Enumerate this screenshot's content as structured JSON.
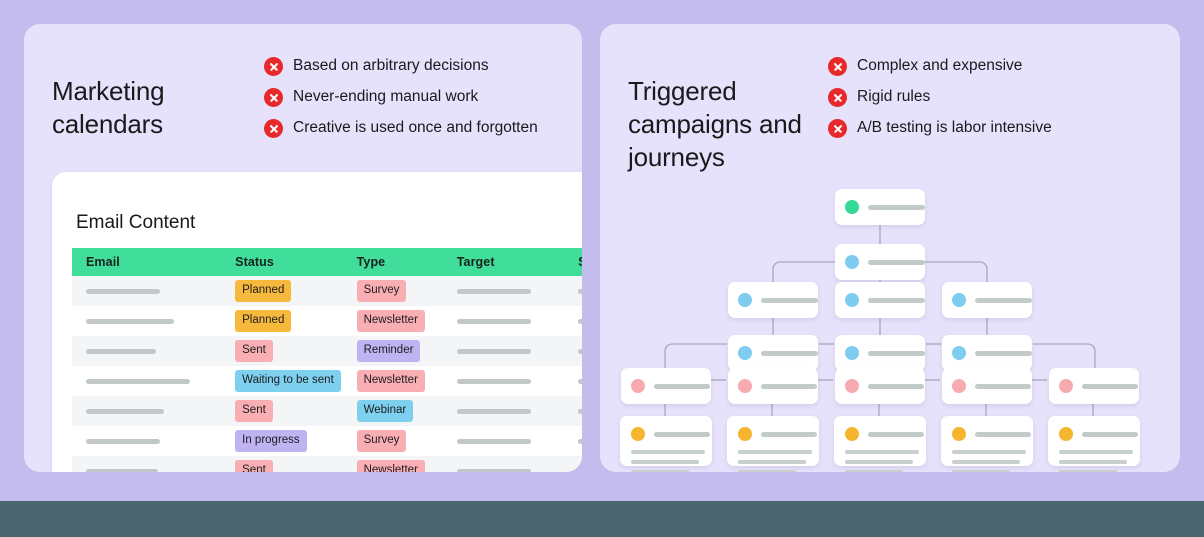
{
  "theme": {
    "page_bg": "#c3bcec",
    "panel_bg": "#e7e2fb",
    "bottom_band": "#4b6670",
    "accent_green": "#41dd9b",
    "accent_red": "#e8292b",
    "dot_green": "#35d894",
    "dot_blue": "#7ecdf0",
    "dot_pink": "#f7aab0",
    "dot_amber": "#f6b52f"
  },
  "left_panel": {
    "title": "Marketing calendars",
    "bullets": [
      {
        "icon": "x-circle-icon",
        "text": "Based on arbitrary decisions"
      },
      {
        "icon": "x-circle-icon",
        "text": "Never-ending manual work"
      },
      {
        "icon": "x-circle-icon",
        "text": "Creative is used once and forgotten"
      }
    ],
    "table_card": {
      "title": "Email Content",
      "columns": [
        "Email",
        "Status",
        "Type",
        "Target",
        "Sending"
      ],
      "rows": [
        {
          "status": "Planned",
          "status_color": "amber",
          "type": "Survey",
          "type_color": "pink"
        },
        {
          "status": "Planned",
          "status_color": "amber",
          "type": "Newsletter",
          "type_color": "pink"
        },
        {
          "status": "Sent",
          "status_color": "pink",
          "type": "Reminder",
          "type_color": "purple"
        },
        {
          "status": "Waiting to be sent",
          "status_color": "blue",
          "type": "Newsletter",
          "type_color": "pink"
        },
        {
          "status": "Sent",
          "status_color": "pink",
          "type": "Webinar",
          "type_color": "blue"
        },
        {
          "status": "In progress",
          "status_color": "purple",
          "type": "Survey",
          "type_color": "pink"
        },
        {
          "status": "Sent",
          "status_color": "pink",
          "type": "Newsletter",
          "type_color": "pink"
        }
      ]
    }
  },
  "right_panel": {
    "title": "Triggered campaigns and journeys",
    "bullets": [
      {
        "icon": "x-circle-icon",
        "text": "Complex and expensive"
      },
      {
        "icon": "x-circle-icon",
        "text": "Rigid rules"
      },
      {
        "icon": "x-circle-icon",
        "text": "A/B testing is labor intensive"
      }
    ],
    "flow": {
      "levels": [
        {
          "dot": "green",
          "count": 1
        },
        {
          "dot": "blue",
          "count": 1
        },
        {
          "dot": "blue",
          "count": 3
        },
        {
          "dot": "blue",
          "count": 3
        },
        {
          "dot": "pink",
          "count": 5
        },
        {
          "dot": "amber",
          "count": 5,
          "kind": "leaf"
        }
      ]
    }
  }
}
